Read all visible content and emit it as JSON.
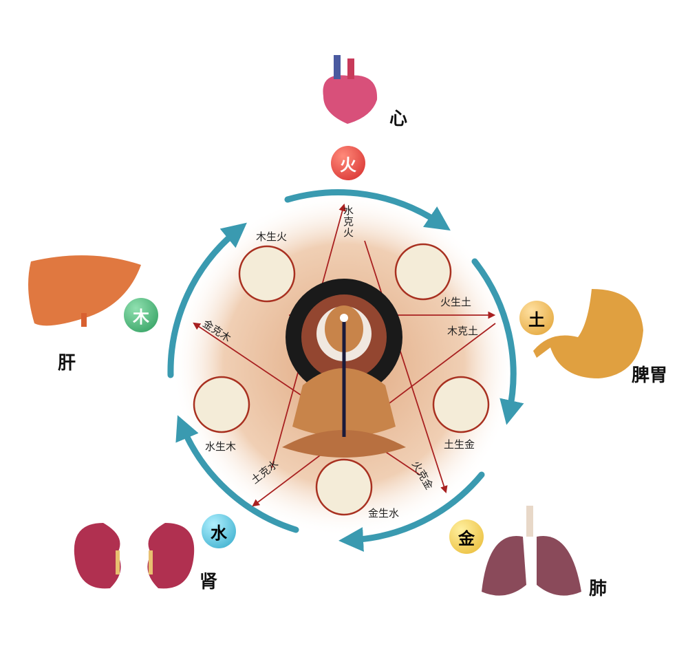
{
  "elements": {
    "fire": {
      "char": "火",
      "color": "#d42a2a",
      "text_color": "#ffffff"
    },
    "earth": {
      "char": "土",
      "color": "#e0a030",
      "text_color": "#111111"
    },
    "metal": {
      "char": "金",
      "color": "#e8b830",
      "text_color": "#111111"
    },
    "water": {
      "char": "水",
      "color": "#30a8c8",
      "text_color": "#111111"
    },
    "wood": {
      "char": "木",
      "color": "#2a9a5a",
      "text_color": "#ffffff"
    }
  },
  "organs": {
    "heart": "心",
    "spleen_stomach": "脾胃",
    "lung": "肺",
    "kidney": "肾",
    "liver": "肝"
  },
  "generating": {
    "wood_fire": "木生火",
    "fire_earth": "火生土",
    "earth_metal": "土生金",
    "metal_water": "金生水",
    "water_wood": "水生木"
  },
  "controlling": {
    "water_fire": "水克火",
    "wood_earth": "木克土",
    "fire_metal": "火克金",
    "earth_water": "土克水",
    "metal_wood": "金克木"
  },
  "colors": {
    "cycle_arrow": "#3a9ab0",
    "control_arrow": "#a82020",
    "glow": "#e8b898"
  }
}
